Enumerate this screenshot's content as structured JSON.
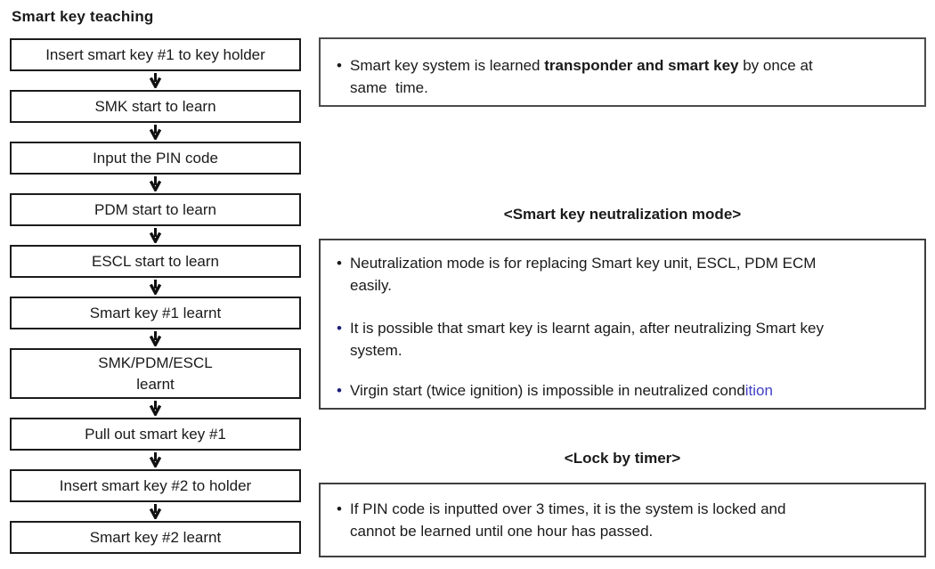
{
  "title": "Smart key teaching",
  "flowchart": {
    "steps": [
      {
        "label": "Insert smart key #1 to key holder"
      },
      {
        "label": "SMK start to learn"
      },
      {
        "label": "Input the PIN code"
      },
      {
        "label": "PDM start to learn"
      },
      {
        "label": "ESCL start to learn"
      },
      {
        "label": "Smart key #1 learnt"
      },
      {
        "label": "SMK/PDM/ESCL",
        "label2": "learnt"
      },
      {
        "label": "Pull out smart key #1"
      },
      {
        "label": "Insert smart key #2 to holder"
      },
      {
        "label": "Smart key #2 learnt"
      }
    ]
  },
  "notes": {
    "marker": "•",
    "transponder": {
      "l1a": "Smart key system is learned ",
      "l1b": "transponder and smart key",
      "l1c": " by once at",
      "l2": "same  time."
    },
    "neutralization": {
      "heading": "<Smart key neutralization mode>",
      "b1_l1": "Neutralization mode is for replacing Smart key unit, ESCL, PDM ECM",
      "b1_l2": "easily.",
      "b2_l1": "It is possible that smart key is learnt again, after neutralizing Smart key",
      "b2_l2": "system.",
      "b3_main": "Virgin start (twice ignition) is impossible in neutralized cond",
      "b3_blue": "ition"
    },
    "lock": {
      "heading": "<Lock by timer>",
      "b1_l1": "If PIN code is inputted over 3 times, it is the system is locked and",
      "b1_l2": "cannot be learned until one hour has passed."
    }
  },
  "colors": {
    "text": "#1a1a1a",
    "box_border": "#1b1b1b",
    "note_border": "#3f3f3f",
    "accent_blue": "#4040c8",
    "navy_bullet": "#1d1d7a"
  }
}
